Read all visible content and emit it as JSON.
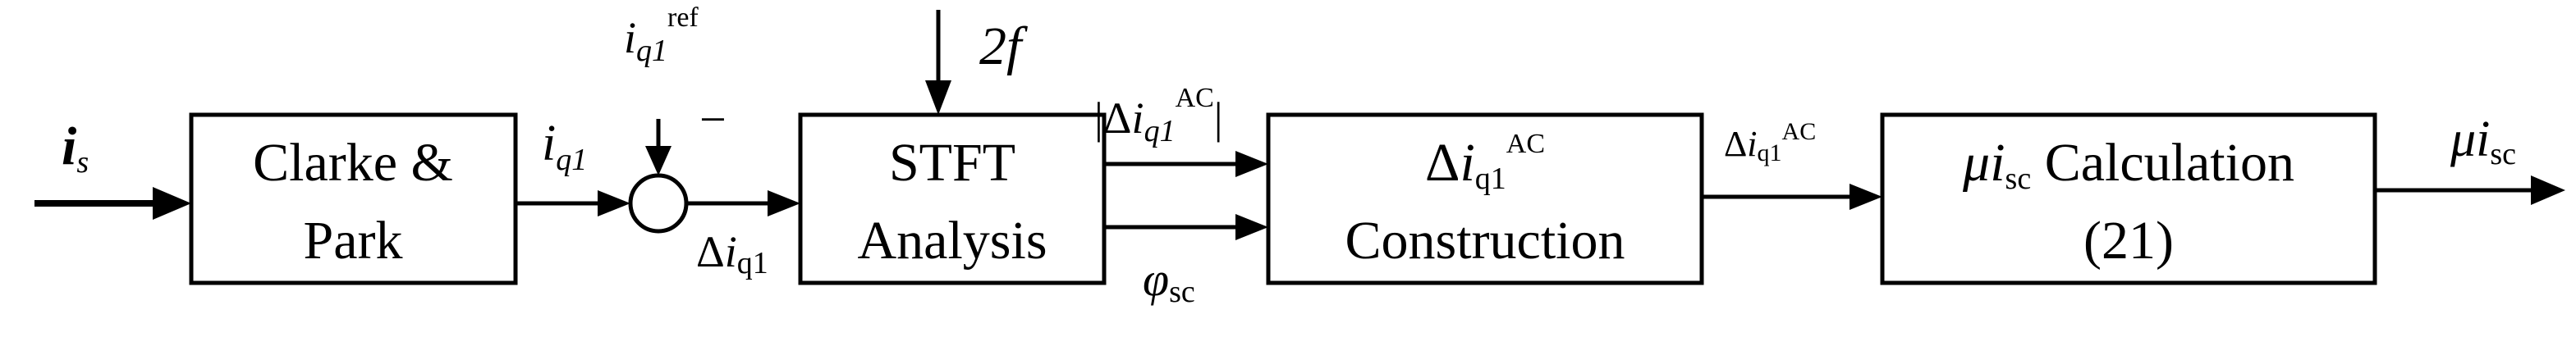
{
  "blocks": {
    "clarke": {
      "line1": "Clarke &",
      "line2": "Park"
    },
    "stft": {
      "line1": "STFT",
      "line2": "Analysis"
    },
    "construct": {
      "delta": "Δ",
      "i": "i",
      "sub": "q1",
      "sup": "AC",
      "line2": "Construction"
    },
    "calc": {
      "mu": "μ",
      "i": "i",
      "sub": "sc",
      "rest": " Calculation",
      "line2": "(21)"
    }
  },
  "signals": {
    "is": {
      "i": "i",
      "sub": "s"
    },
    "iq1": {
      "i": "i",
      "sub": "q1"
    },
    "iq1ref": {
      "i": "i",
      "sub": "q1",
      "sup": "ref"
    },
    "minus": "−",
    "delta_iq1": {
      "delta": "Δ",
      "i": "i",
      "sub": "q1"
    },
    "two_f": "2f",
    "abs_delta": {
      "open": "|Δ",
      "i": "i",
      "sub": "q1",
      "sup": "AC",
      "close": "|"
    },
    "phi_sc": {
      "phi": "φ",
      "sub": "sc"
    },
    "delta_iq1_ac": {
      "delta": "Δ",
      "i": "i",
      "sub": "q1",
      "sup": "AC"
    },
    "mu_isc": {
      "mu": "μ",
      "i": "i",
      "sub": "sc"
    }
  },
  "colors": {
    "stroke": "#000000",
    "background": "#ffffff"
  }
}
